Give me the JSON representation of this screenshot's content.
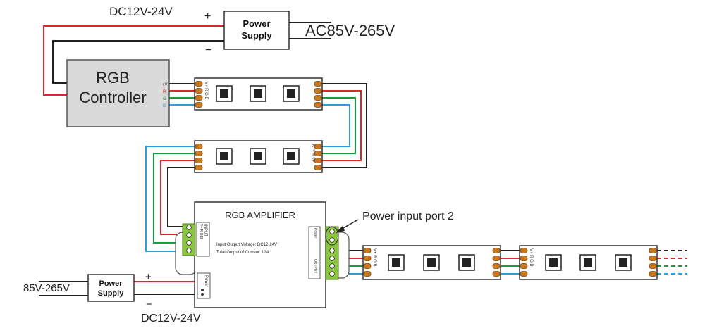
{
  "colors": {
    "red": "#e0242b",
    "green": "#1a9b3c",
    "blue": "#2a9fd8",
    "black": "#222222",
    "pad": "#c9771c",
    "terminal": "#8bc53f"
  },
  "labels": {
    "dc_top": "DC12V-24V",
    "plus_top": "+",
    "minus_top": "−",
    "ps_top_line1": "Power",
    "ps_top_line2": "Supply",
    "ac_top": "AC85V-265V",
    "controller_line1": "RGB",
    "controller_line2": "Controller",
    "ctrl_pin_v": "+V",
    "ctrl_pin_r": "R",
    "ctrl_pin_g": "G",
    "ctrl_pin_b": "B",
    "strip_pins": "V+ R G B",
    "strip_pins_rev": "B G R V+",
    "amp_title": "RGB AMPLIFIER",
    "amp_spec1": "Input Output Voltage: DC12-24V",
    "amp_spec2": "Total Output of Current: 12A",
    "amp_input": "INPUT",
    "amp_input_pins": "V+ R G B",
    "amp_output": "OUTPUT",
    "amp_power_port": "Power",
    "power_port_label": "Power input port 2",
    "ac_bottom": "85V-265V",
    "ps_bottom_line1": "Power",
    "ps_bottom_line2": "Supply",
    "plus_bottom": "+",
    "minus_bottom": "−",
    "dc_bottom": "DC12V-24V"
  }
}
